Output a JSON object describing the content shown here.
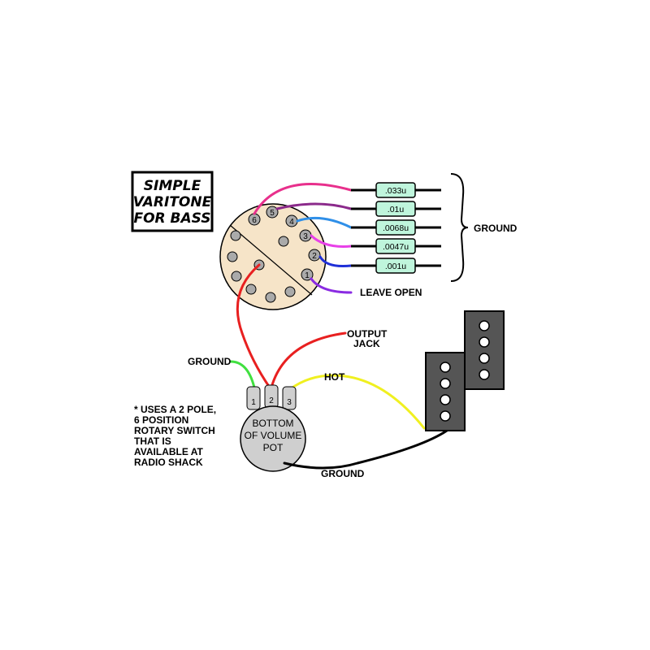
{
  "title_lines": [
    "SIMPLE",
    "VARITONE",
    "FOR BASS"
  ],
  "switch_pins": [
    "6",
    "5",
    "4",
    "3",
    "2",
    "1"
  ],
  "capacitors": [
    ".033u",
    ".01u",
    ".0068u",
    ".0047u",
    ".001u"
  ],
  "labels": {
    "ground_caps": "GROUND",
    "leave_open": "LEAVE OPEN",
    "output_jack_line1": "OUTPUT",
    "output_jack_line2": "JACK",
    "ground_left": "GROUND",
    "hot": "HOT",
    "ground_bottom": "GROUND"
  },
  "pot": {
    "lugs": [
      "1",
      "2",
      "3"
    ],
    "label_lines": [
      "BOTTOM",
      "OF VOLUME",
      "POT"
    ]
  },
  "note_lines": [
    "* USES A 2 POLE,",
    "6 POSITION",
    "ROTARY SWITCH",
    "THAT IS",
    "AVAILABLE AT",
    "RADIO SHACK"
  ],
  "colors": {
    "wire_pin6": "#e8308c",
    "wire_pin5": "#8b2a8b",
    "wire_pin4": "#2f8fe8",
    "wire_pin3": "#e840e8",
    "wire_pin2": "#1f2fd8",
    "wire_pin1": "#8a2be2",
    "wire_red": "#e82020",
    "wire_green": "#40e040",
    "wire_yellow": "#f0f020",
    "wire_ground": "#000000",
    "cap_fill": "#bff5dc",
    "switch_fill": "#f6e4c8",
    "pot_fill": "#cfcfcf",
    "pickup_fill": "#555555"
  }
}
